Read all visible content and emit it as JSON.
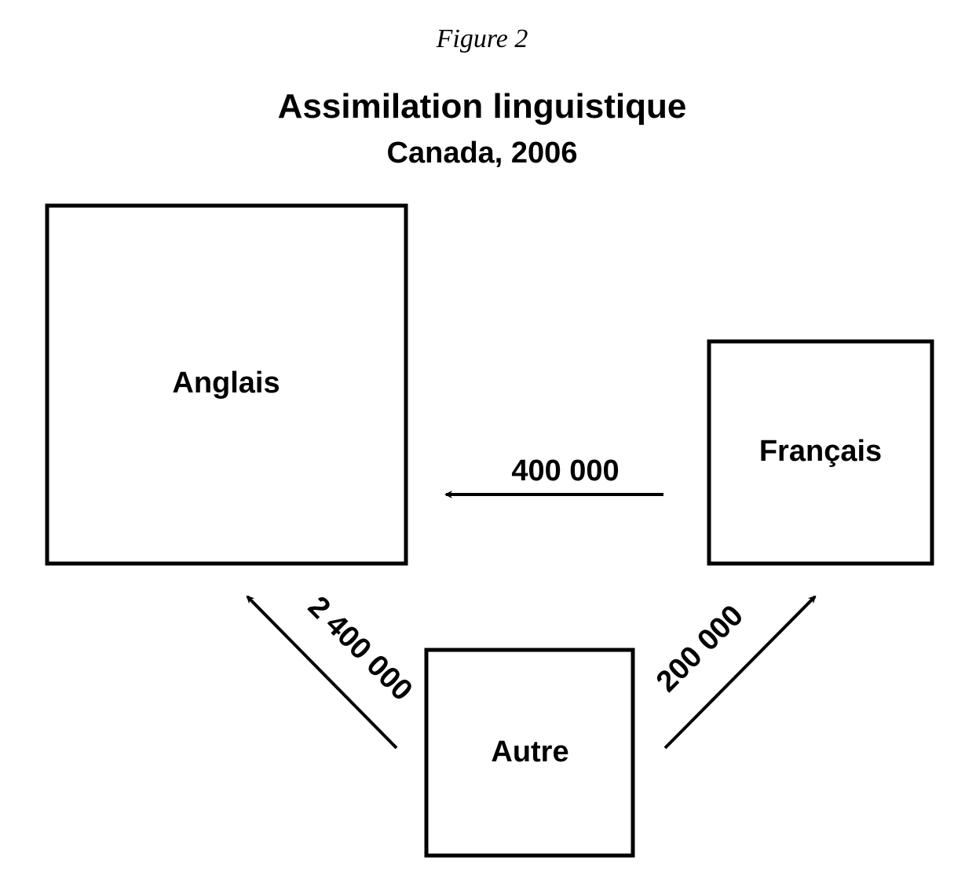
{
  "figure_label": "Figure 2",
  "title": "Assimilation linguistique",
  "subtitle": "Canada, 2006",
  "nodes": {
    "anglais": "Anglais",
    "francais": "Français",
    "autre": "Autre"
  },
  "flows": [
    {
      "from": "Français",
      "to": "Anglais",
      "value_label": "400 000",
      "value": 400000
    },
    {
      "from": "Autre",
      "to": "Anglais",
      "value_label": "2 400 000",
      "value": 2400000
    },
    {
      "from": "Autre",
      "to": "Français",
      "value_label": "200 000",
      "value": 200000
    }
  ]
}
